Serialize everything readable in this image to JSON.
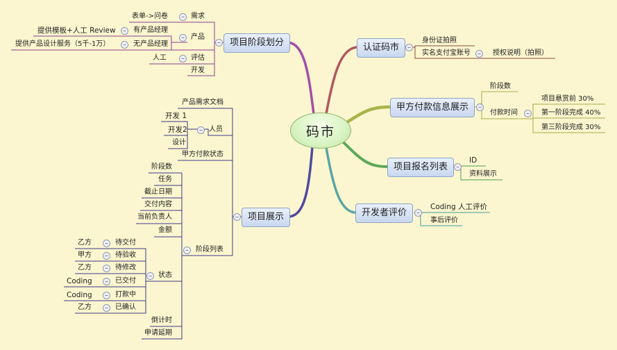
{
  "root": {
    "label": "码市"
  },
  "topics": {
    "stage": "项目阶段划分",
    "auth": "认证码市",
    "payinfo": "甲方付款信息展示",
    "signup": "项目报名列表",
    "review": "开发者评价",
    "show": "项目展示"
  },
  "stage": {
    "demand": "需求",
    "demand_form": "表单->问卷",
    "product": "产品",
    "has_pm": "有产品经理",
    "has_pm_tpl": "提供模板+人工 Review",
    "no_pm": "无产品经理",
    "no_pm_svc": "提供产品设计服务（5千-1万）",
    "estimate": "评估",
    "estimate_manual": "人工",
    "develop": "开发"
  },
  "auth": {
    "id_photo": "身份证拍照",
    "alipay": "实名支付宝账号",
    "auth_note": "授权说明（拍照）"
  },
  "payinfo": {
    "stages": "阶段数",
    "paytime": "付款时间",
    "t1": "项目悬赏前 30%",
    "t2": "第一阶段完成 40%",
    "t3": "第三阶段完成 30%"
  },
  "signup": {
    "id": "ID",
    "profile": "资料展示"
  },
  "review": {
    "coding": "Coding 人工评价",
    "after": "事后评价"
  },
  "show": {
    "doc": "产品需求文档",
    "people": "人员",
    "dev1": "开发 1",
    "dev2": "开发2",
    "design": "设计",
    "paystate": "甲方付款状态",
    "stagelist": "阶段列表",
    "sl_count": "阶段数",
    "sl_task": "任务",
    "sl_deadline": "截止日期",
    "sl_deliver": "交付内容",
    "sl_owner": "当前负责人",
    "sl_amount": "金额",
    "sl_state": "状态",
    "st1": "待交付",
    "st1p": "乙方",
    "st2": "待验收",
    "st2p": "甲方",
    "st3": "待修改",
    "st3p": "乙方",
    "st4": "已交付",
    "st4p": "Coding",
    "st5": "打款中",
    "st5p": "Coding",
    "st6": "已确认",
    "st6p": "乙方",
    "sl_countdown": "倒计时",
    "sl_extend": "申请延期"
  }
}
